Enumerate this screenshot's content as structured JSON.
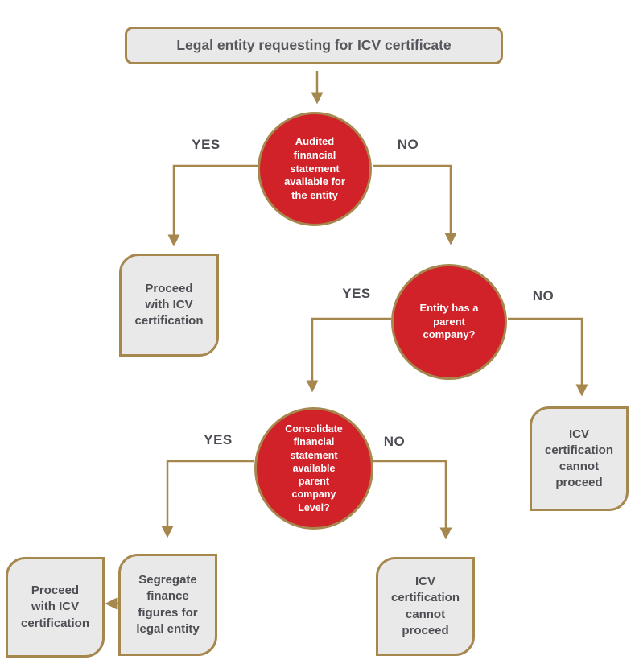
{
  "flowchart": {
    "start": {
      "label": "Legal entity requesting for ICV certificate"
    },
    "decisions": {
      "audited": "Audited\nfinancial\nstatement\navailable for\nthe entity",
      "parent": "Entity has a\nparent\ncompany?",
      "consolidated": "Consolidate\nfinancial\nstatement\navailable\nparent\ncompany\nLevel?"
    },
    "outcomes": {
      "proceed_top": "Proceed\nwith ICV\ncertification",
      "cannot_right": "ICV\ncertification\ncannot\nproceed",
      "cannot_bottom": "ICV\ncertification\ncannot\nproceed",
      "segregate": "Segregate\nfinance\nfigures for\nlegal entity",
      "proceed_bottom": "Proceed\nwith ICV\ncertification"
    },
    "edge_labels": {
      "yes1": "YES",
      "no1": "NO",
      "yes2": "YES",
      "no2": "NO",
      "yes3": "YES",
      "no3": "NO"
    },
    "colors": {
      "decision_fill": "#d1222a",
      "connector_gold": "#a6874e",
      "node_fill": "#e9e9e9",
      "text_dark": "#4d4e53"
    }
  }
}
